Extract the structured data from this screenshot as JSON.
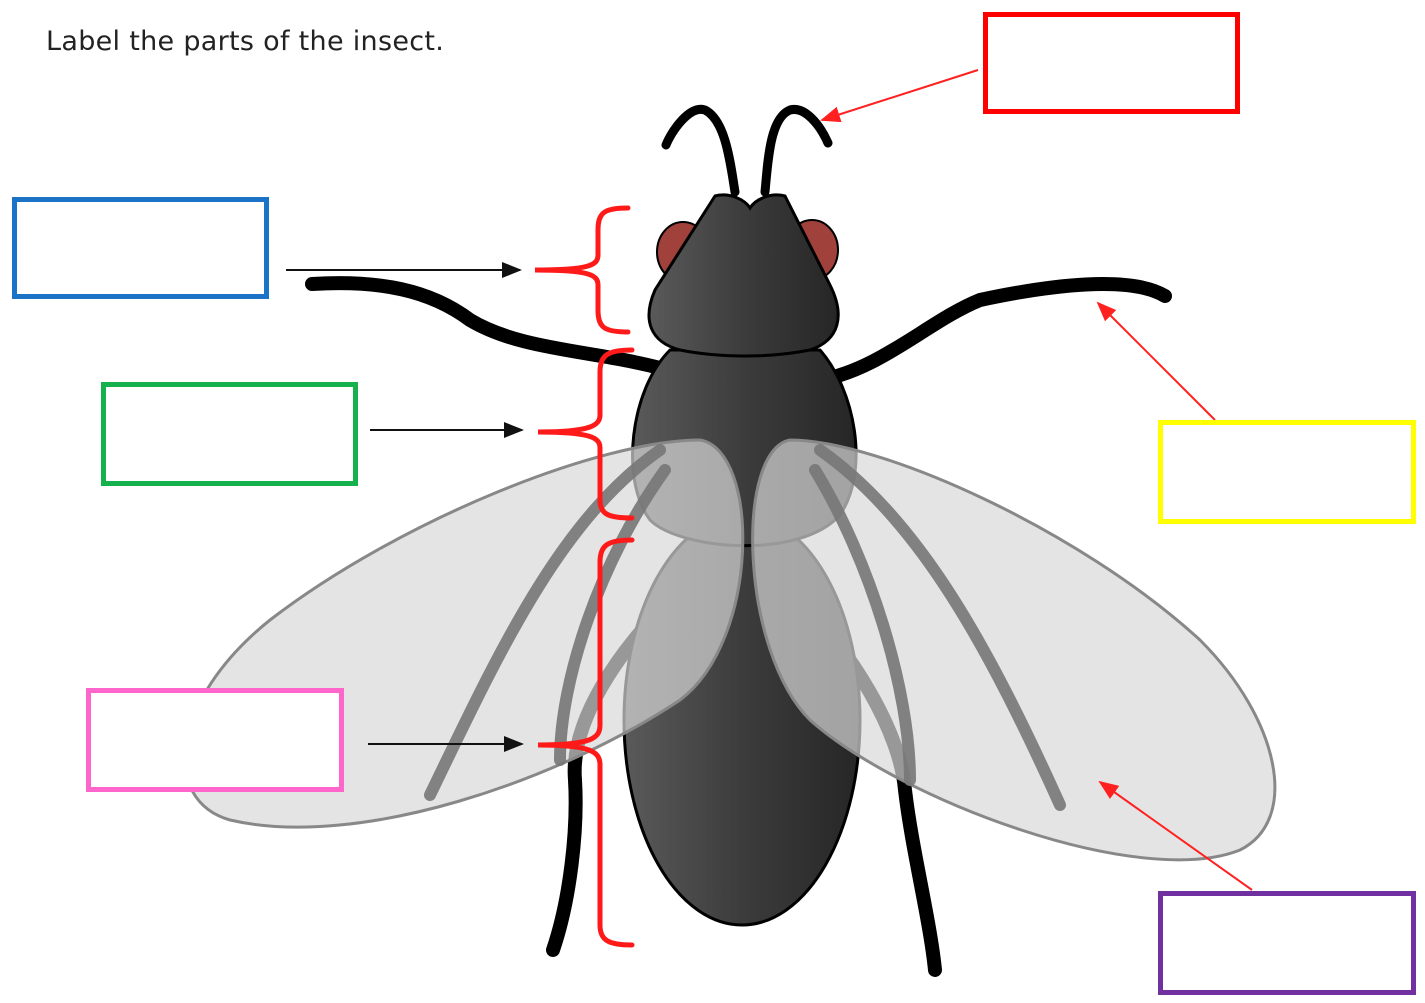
{
  "instruction": "Label the parts of the insect.",
  "label_boxes": [
    {
      "id": "antenna",
      "text": "",
      "color": "#ff0000"
    },
    {
      "id": "head",
      "text": "",
      "color": "#1a73c4"
    },
    {
      "id": "thorax",
      "text": "",
      "color": "#14b14d"
    },
    {
      "id": "abdomen",
      "text": "",
      "color": "#ff66cc"
    },
    {
      "id": "leg",
      "text": "",
      "color": "#ffff00"
    },
    {
      "id": "wing",
      "text": "",
      "color": "#7030a0"
    }
  ],
  "colors": {
    "body": "#4a4a4a",
    "eye": "#a0413b",
    "wing": "#e6e6e6",
    "bracket": "#ff1a1a",
    "pointer_black": "#111111",
    "pointer_red": "#ff2020"
  }
}
